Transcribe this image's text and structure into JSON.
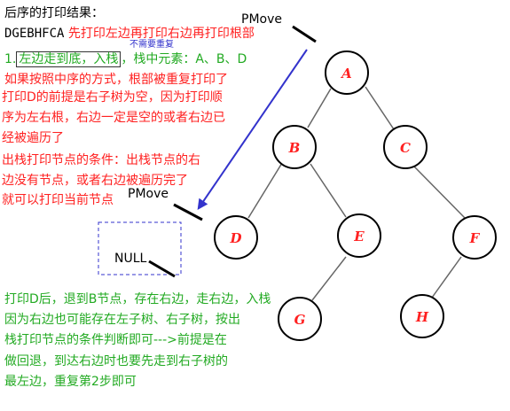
{
  "header": {
    "title": "后序的打印结果：",
    "sequence": "DGEBHFCA",
    "sequence_note": "先打印左边再打印右边再打印根部"
  },
  "pmove_labels": [
    "PMove",
    "PMove"
  ],
  "step1": {
    "number": "1.",
    "action": "左边走到底，入栈",
    "stack": "，栈中元素：A、B、D",
    "note": "不需要重复"
  },
  "explanation_red": [
    "如果按照中序的方式，根部被重复打印了",
    "打印D的前提是右子树为空，因为打印顺",
    "序为左右根，右边一定是空的或者右边已",
    "经被遍历了"
  ],
  "condition_red": [
    "出栈打印节点的条件：出栈节点的右",
    "边没有节点，或者右边被遍历完了",
    "就可以打印当前节点"
  ],
  "null_label": "NULL",
  "explanation_green": [
    "打印D后，退到B节点，存在右边，走右边，入栈",
    "因为右边也可能存在左子树、右子树，按出",
    "栈打印节点的条件判断即可--->前提是在",
    "做回退，到达右边时也要先走到右子树的",
    "最左边，重复第2步即可"
  ],
  "tree": {
    "nodes": [
      "A",
      "B",
      "C",
      "D",
      "E",
      "F",
      "G",
      "H"
    ]
  },
  "colors": {
    "red": "#ff2020",
    "green": "#22aa22",
    "arrow": "#3333cc"
  }
}
